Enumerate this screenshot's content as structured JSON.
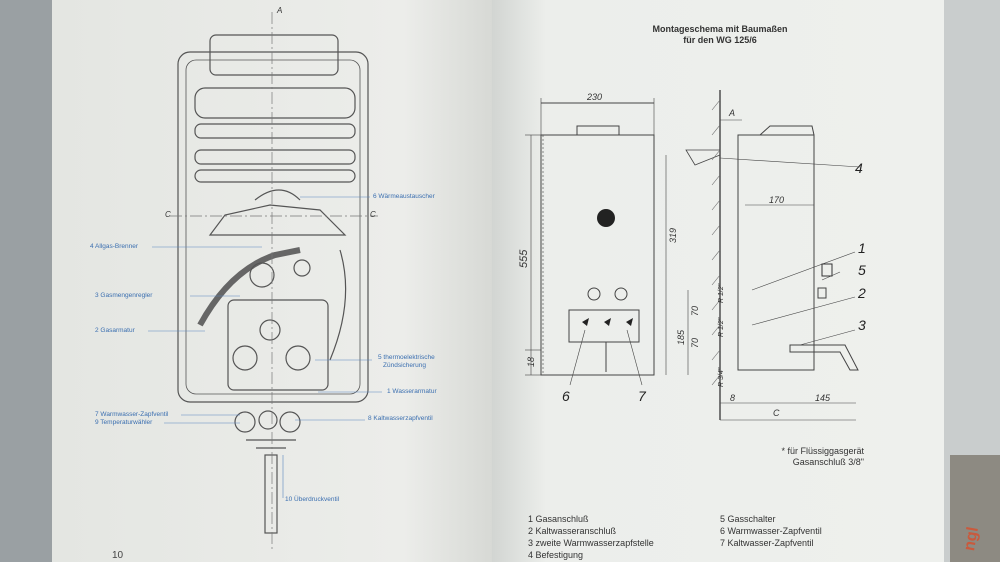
{
  "left": {
    "page_number": "10",
    "labels": {
      "waermeaustauscher": "6 Wärmeaustauscher",
      "brenner": "4 Allgas-Brenner",
      "gasmengenregler": "3 Gasmengenregler",
      "gasarmatur": "2 Gasarmatur",
      "thermo1": "5 thermoelektrische",
      "thermo2": "Zündsicherung",
      "wasserarmatur": "1 Wasserarmatur",
      "warmwasser": "7 Warmwasser-Zapfventil",
      "temperatur": "9 Temperaturwähler",
      "kaltwasser": "8 Kaltwasserzapfventil",
      "ueberdruck": "10 Überdruckventil"
    },
    "section_marks": {
      "A": "A",
      "C": "C"
    }
  },
  "right": {
    "title_line1": "Montageschema mit Baumaßen",
    "title_line2": "für den WG 125/6",
    "dimensions": {
      "width": "230",
      "height": "555",
      "bottom": "18",
      "d319": "319",
      "d185": "185",
      "d70a": "70",
      "d70b": "70",
      "depth": "170",
      "d145": "145",
      "d8": "8",
      "A": "A",
      "C": "C",
      "r1": "R 1/2\"",
      "r2": "R 1/2\"",
      "r3": "R 3/4\""
    },
    "callouts": [
      "1",
      "2",
      "3",
      "4",
      "5",
      "6",
      "7"
    ],
    "note_line1": "* für Flüssiggasgerät",
    "note_line2": "Gasanschluß 3/8\"",
    "legend_left": [
      "1 Gasanschluß",
      "2 Kaltwasseranschluß",
      "3 zweite Warmwasserzapfstelle",
      "4 Befestigung"
    ],
    "legend_right": [
      "5 Gasschalter",
      "6 Warmwasser-Zapfventil",
      "7 Kaltwasser-Zapfventil"
    ]
  }
}
